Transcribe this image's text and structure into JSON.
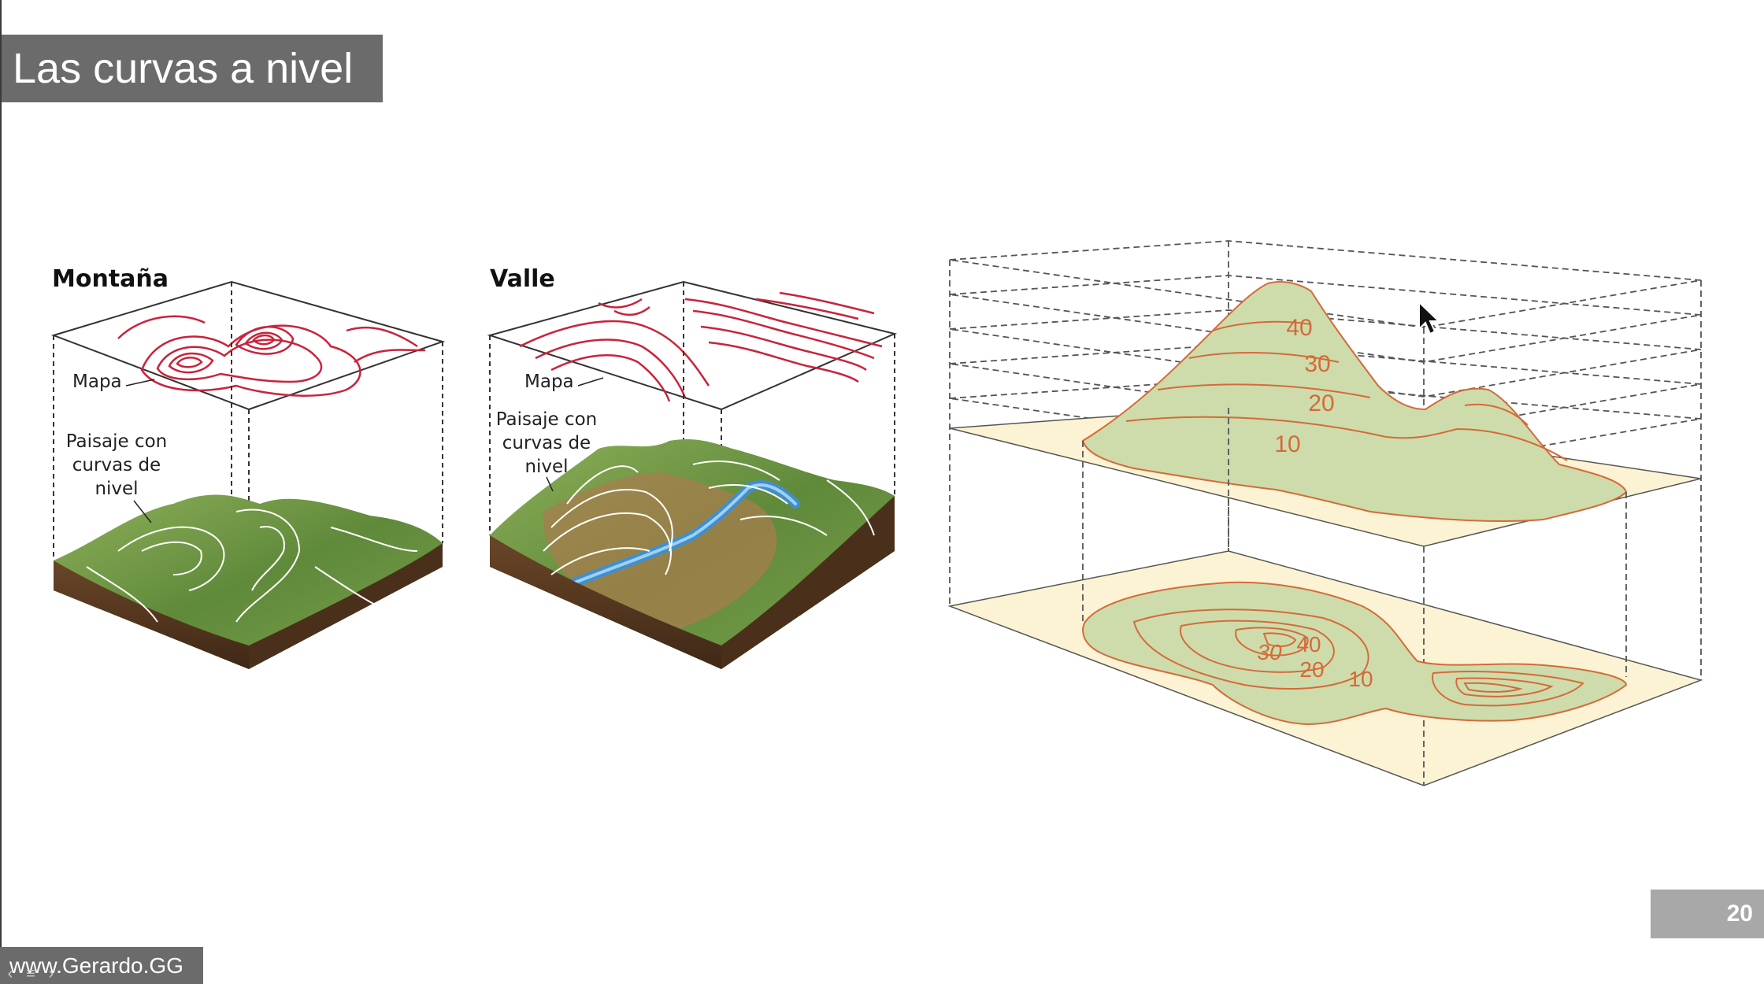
{
  "slide": {
    "title": "Las curvas a nivel",
    "page_number": "20",
    "footer": "www.Gerardo.GG"
  },
  "figures": {
    "mountain": {
      "heading": "Montaña",
      "map_label": "Mapa",
      "landscape_label": [
        "Paisaje con",
        "curvas de",
        "nivel"
      ]
    },
    "valley": {
      "heading": "Valle",
      "map_label": "Mapa",
      "landscape_label": [
        "Paisaje con",
        "curvas de",
        "nivel"
      ]
    },
    "layers": {
      "elevation_labels": [
        "40",
        "30",
        "20",
        "10"
      ],
      "map_labels": [
        "40",
        "30",
        "20",
        "10"
      ]
    }
  },
  "colors": {
    "title_bg": "#6b6b6b",
    "page_badge_bg": "#a8a8a8",
    "contour_red": "#c8243c",
    "contour_orange": "#d56a3a",
    "terrain_green": "#cddcaa",
    "plane_cream": "#fbf3d3",
    "soil_brown": "#5a3a22"
  },
  "icons": [
    "cursor-arrow-icon",
    "nav-prev-icon",
    "nav-next-icon",
    "nav-menu-icon"
  ]
}
